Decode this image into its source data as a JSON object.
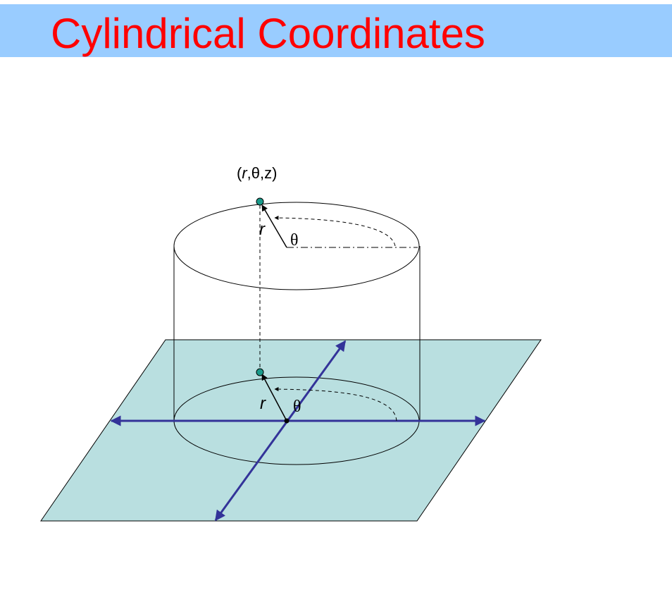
{
  "slide": {
    "title": "Cylindrical Coordinates",
    "title_color": "#ff0000",
    "title_bar_color": "#99ccff"
  },
  "diagram": {
    "point_label_parts": [
      "(",
      "r",
      ",θ,z)"
    ],
    "top_r_label": "r",
    "top_theta_label": "θ",
    "bottom_r_label": "r",
    "bottom_theta_label": "θ",
    "plane_color": "#b9dfe0",
    "axis_color": "#333399",
    "point_color": "#1a9a8a"
  }
}
